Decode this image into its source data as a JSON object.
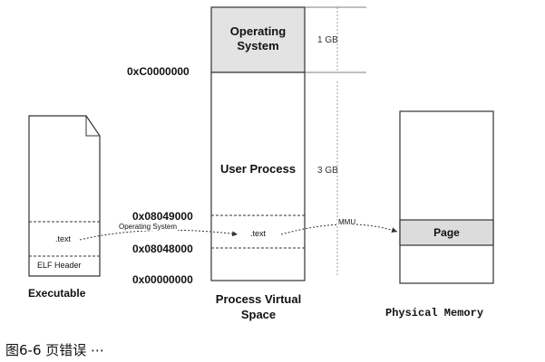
{
  "process_space": {
    "os_label": "Operating System",
    "os_size": "1 GB",
    "user_label": "User Process",
    "user_size": "3 GB",
    "text_label": ".text",
    "title": "Process Virtual Space"
  },
  "addresses": {
    "kernel_boundary": "0xC0000000",
    "segment_end": "0x08049000",
    "segment_start": "0x08048000",
    "zero": "0x00000000"
  },
  "executable": {
    "text_label": ".text",
    "elf_header": "ELF Header",
    "title": "Executable"
  },
  "arrows": {
    "os_arrow_label": "Operating System",
    "mmu_label": "MMU"
  },
  "physical": {
    "page_label": "Page",
    "title": "Physical Memory"
  },
  "caption": "图6-6 页错误 ⋯",
  "colors": {
    "os_fill": "#e3e3e3",
    "page_fill": "#dcdcdc",
    "line": "#333333"
  }
}
